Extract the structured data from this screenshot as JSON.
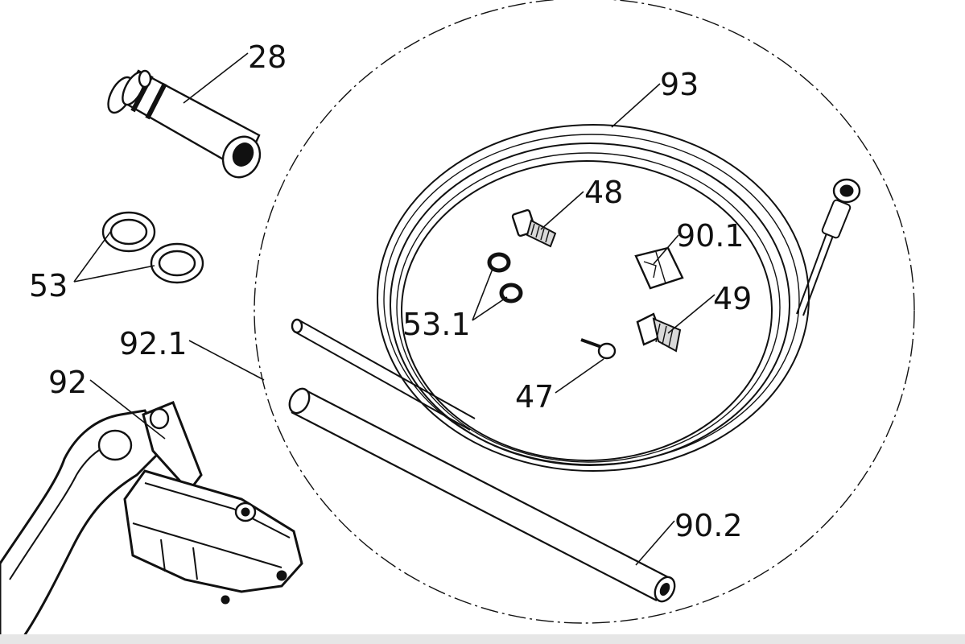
{
  "labels": {
    "p28": "28",
    "p93": "93",
    "p48": "48",
    "p90_1": "90.1",
    "p53": "53",
    "p53_1": "53.1",
    "p49": "49",
    "p92_1": "92.1",
    "p47": "47",
    "p92": "92",
    "p90_2": "90.2"
  }
}
